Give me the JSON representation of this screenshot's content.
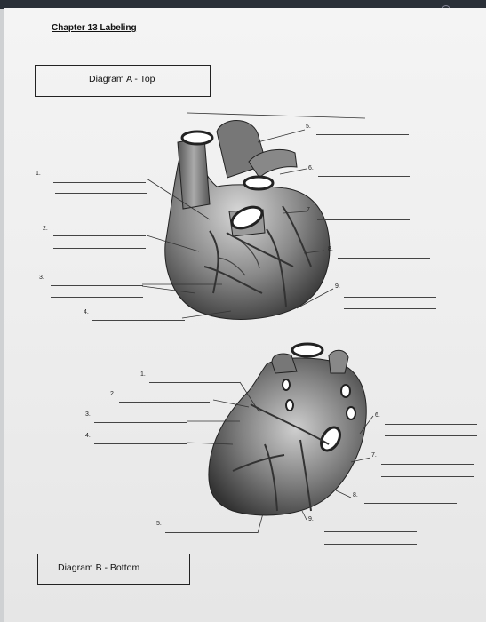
{
  "chapter_title": "Chapter 13 Labeling",
  "diagram_a": {
    "title": "Diagram A - Top",
    "numbers": [
      "1.",
      "2.",
      "3.",
      "4.",
      "5.",
      "6.",
      "7.",
      "8.",
      "9."
    ]
  },
  "diagram_b": {
    "title": "Diagram B - Bottom",
    "numbers": [
      "1.",
      "2.",
      "3.",
      "4.",
      "5.",
      "6.",
      "7.",
      "8.",
      "9."
    ]
  }
}
